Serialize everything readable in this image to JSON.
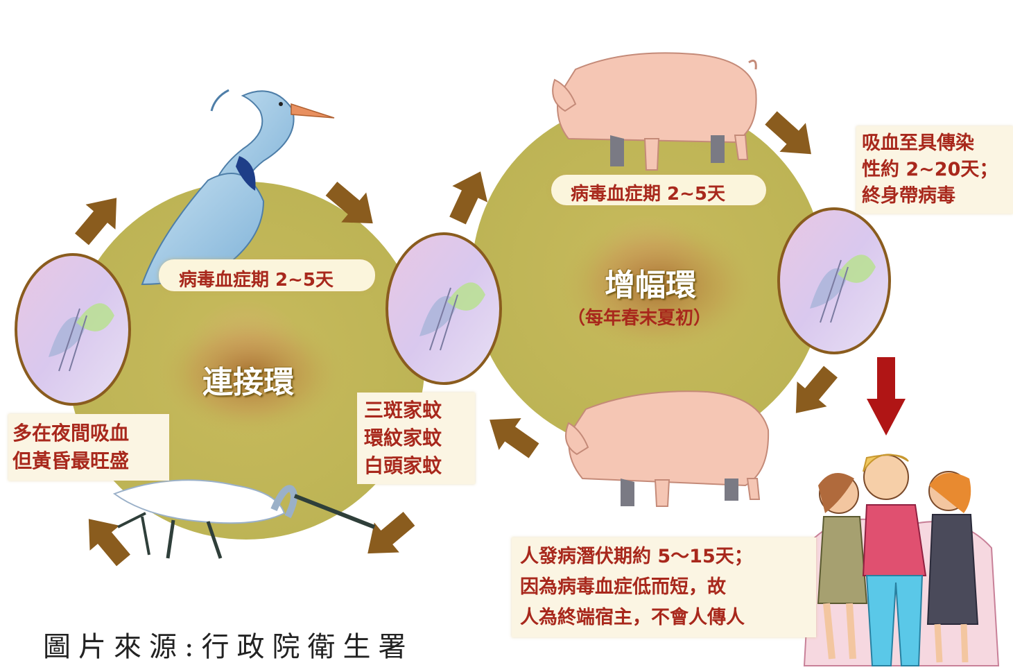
{
  "rings": {
    "left": {
      "title": "連接環"
    },
    "right": {
      "title": "增幅環",
      "subtitle": "（每年春末夏初）"
    }
  },
  "labels": {
    "heron_viremia": "病毒血症期 2~5天",
    "pig_viremia": "病毒血症期 2~5天",
    "mosquito_species": [
      "三斑家蚊",
      "環紋家蚊",
      "白頭家蚊"
    ],
    "night_feeding": [
      "多在夜間吸血",
      "但黃昏最旺盛"
    ],
    "infectivity": [
      "吸血至具傳染",
      "性約 2~20天；",
      "終身帶病毒"
    ],
    "human_infection": [
      "人發病潛伏期約 5～15天；",
      "因為病毒血症低而短，故",
      "人為終端宿主，不會人傳人"
    ]
  },
  "source": "圖片來源:行政院衛生署",
  "colors": {
    "ring": "#c4b85a",
    "arrow": "#8a5c1e",
    "red_arrow": "#b01515",
    "text_red": "#a8281c",
    "pig": "#f5c6b4"
  },
  "icons": [
    "heron-icon",
    "egret-icon",
    "pig-icon",
    "mosquito-icon",
    "people-icon"
  ]
}
